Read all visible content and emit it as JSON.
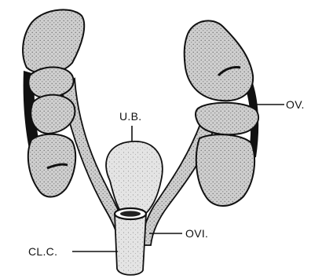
{
  "labels": {
    "ub": "U.B.",
    "ov": "OV.",
    "ovi": "OVI.",
    "clc": "CL.C."
  },
  "colors": {
    "lobe_fill": "#c9c9c9",
    "outline": "#111111",
    "oviduct_fill": "#d4d4d4",
    "bladder_fill": "#e2e2e2",
    "background": "#ffffff"
  }
}
